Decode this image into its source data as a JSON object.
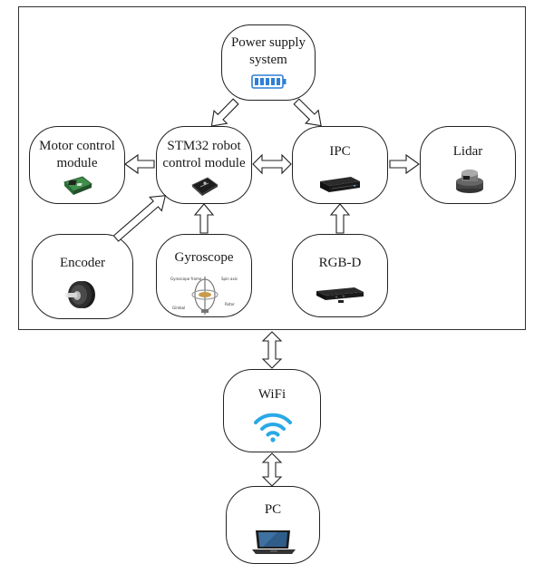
{
  "nodes": {
    "power": {
      "label": "Power supply\nsystem",
      "icon": "battery-icon"
    },
    "motor": {
      "label": "Motor control\nmodule",
      "icon": "motor-driver-board-icon"
    },
    "stm32": {
      "label": "STM32 robot\ncontrol module",
      "icon": "microcontroller-chip-icon"
    },
    "ipc": {
      "label": "IPC",
      "icon": "industrial-pc-box-icon"
    },
    "lidar": {
      "label": "Lidar",
      "icon": "lidar-sensor-icon"
    },
    "encoder": {
      "label": "Encoder",
      "icon": "rotary-encoder-icon"
    },
    "gyro": {
      "label": "Gyroscope",
      "icon": "gyroscope-diagram-icon"
    },
    "rgbd": {
      "label": "RGB-D",
      "icon": "depth-camera-icon"
    },
    "wifi": {
      "label": "WiFi",
      "icon": "wifi-icon"
    },
    "pc": {
      "label": "PC",
      "icon": "laptop-icon"
    }
  },
  "gyro_icon_text": [
    "Gyroscope frame",
    "Spin axis",
    "Gimbal",
    "Rotor"
  ],
  "colors": {
    "battery": "#2f7fd6",
    "wifi": "#29a9e6",
    "board": "#3e8f4a",
    "stroke": "#222222"
  }
}
